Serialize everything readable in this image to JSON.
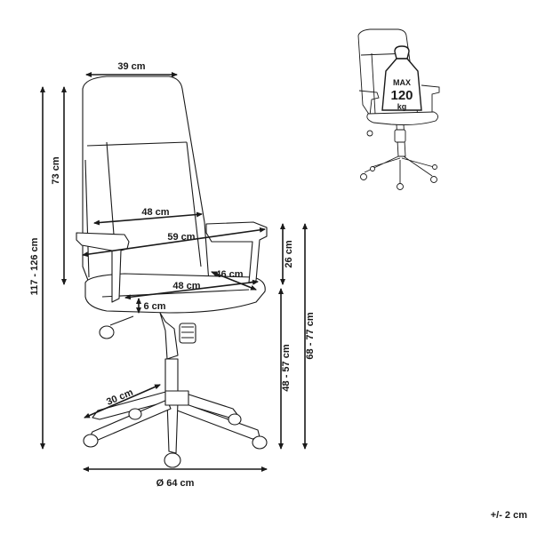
{
  "dimensions": {
    "backrest_width": "39 cm",
    "backrest_height": "73 cm",
    "total_height": "117 - 126 cm",
    "seat_width": "48 cm",
    "armrest_span": "59 cm",
    "armrest_height": "26 cm",
    "seat_depth_arm": "46 cm",
    "seat_depth": "48 cm",
    "seat_thickness": "6 cm",
    "seat_height": "48 - 57 cm",
    "arm_height_total": "68 - 77 cm",
    "base_leg": "30 cm",
    "base_diameter": "Ø 64 cm"
  },
  "max_load": {
    "label": "MAX",
    "value": "120",
    "unit": "kg"
  },
  "tolerance": "+/- 2 cm",
  "colors": {
    "line": "#1a1a1a",
    "dimension": "#1a1a1a",
    "background": "#ffffff"
  }
}
